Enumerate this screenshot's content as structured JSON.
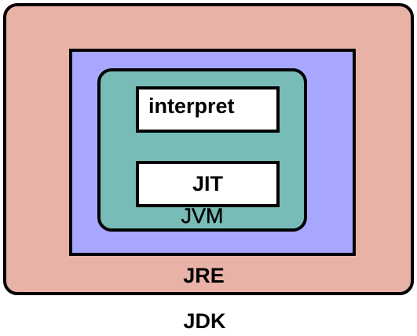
{
  "diagram": {
    "jdk": {
      "label": "JDK",
      "color": "#e8b3a6"
    },
    "jre": {
      "label": "JRE",
      "color": "#a7a7ff"
    },
    "jvm": {
      "label": "JVM",
      "color": "#78bcb8"
    },
    "modules": [
      {
        "label": "interpret",
        "color": "#ffffff"
      },
      {
        "label": "JIT",
        "color": "#ffffff"
      }
    ],
    "border_color": "#000000"
  }
}
